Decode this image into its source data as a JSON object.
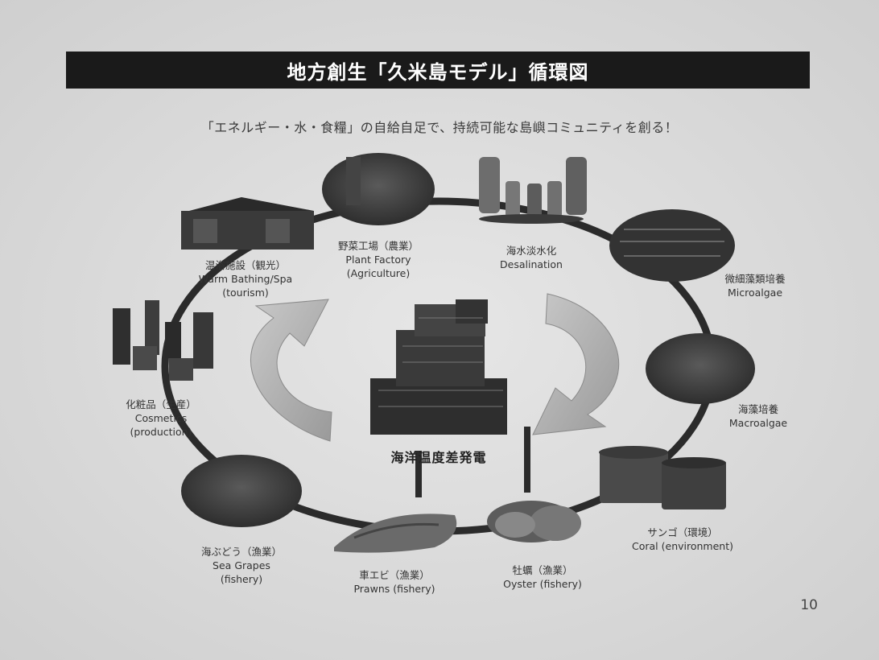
{
  "title": "地方創生「久米島モデル」循環図",
  "subtitle": "「エネルギー・水・食糧」の自給自足で、持続可能な島嶼コミュニティを創る！",
  "page_number": "10",
  "center_label": "海洋温度差発電",
  "nodes": [
    {
      "ja": "野菜工場（農業）",
      "en1": "Plant Factory",
      "en2": "(Agriculture)"
    },
    {
      "ja": "海水淡水化",
      "en1": "Desalination",
      "en2": ""
    },
    {
      "ja": "微細藻類培養",
      "en1": "Microalgae",
      "en2": ""
    },
    {
      "ja": "海藻培養",
      "en1": "Macroalgae",
      "en2": ""
    },
    {
      "ja": "サンゴ（環境）",
      "en1": "Coral (environment)",
      "en2": ""
    },
    {
      "ja": "牡蠣（漁業）",
      "en1": "Oyster (fishery)",
      "en2": ""
    },
    {
      "ja": "車エビ（漁業）",
      "en1": "Prawns (fishery)",
      "en2": ""
    },
    {
      "ja": "海ぶどう（漁業）",
      "en1": "Sea Grapes",
      "en2": "(fishery)"
    },
    {
      "ja": "化粧品（生産）",
      "en1": "Cosmetics",
      "en2": "(production)"
    },
    {
      "ja": "温浴施設（観光）",
      "en1": "Warm Bathing/Spa",
      "en2": "(tourism)"
    }
  ]
}
